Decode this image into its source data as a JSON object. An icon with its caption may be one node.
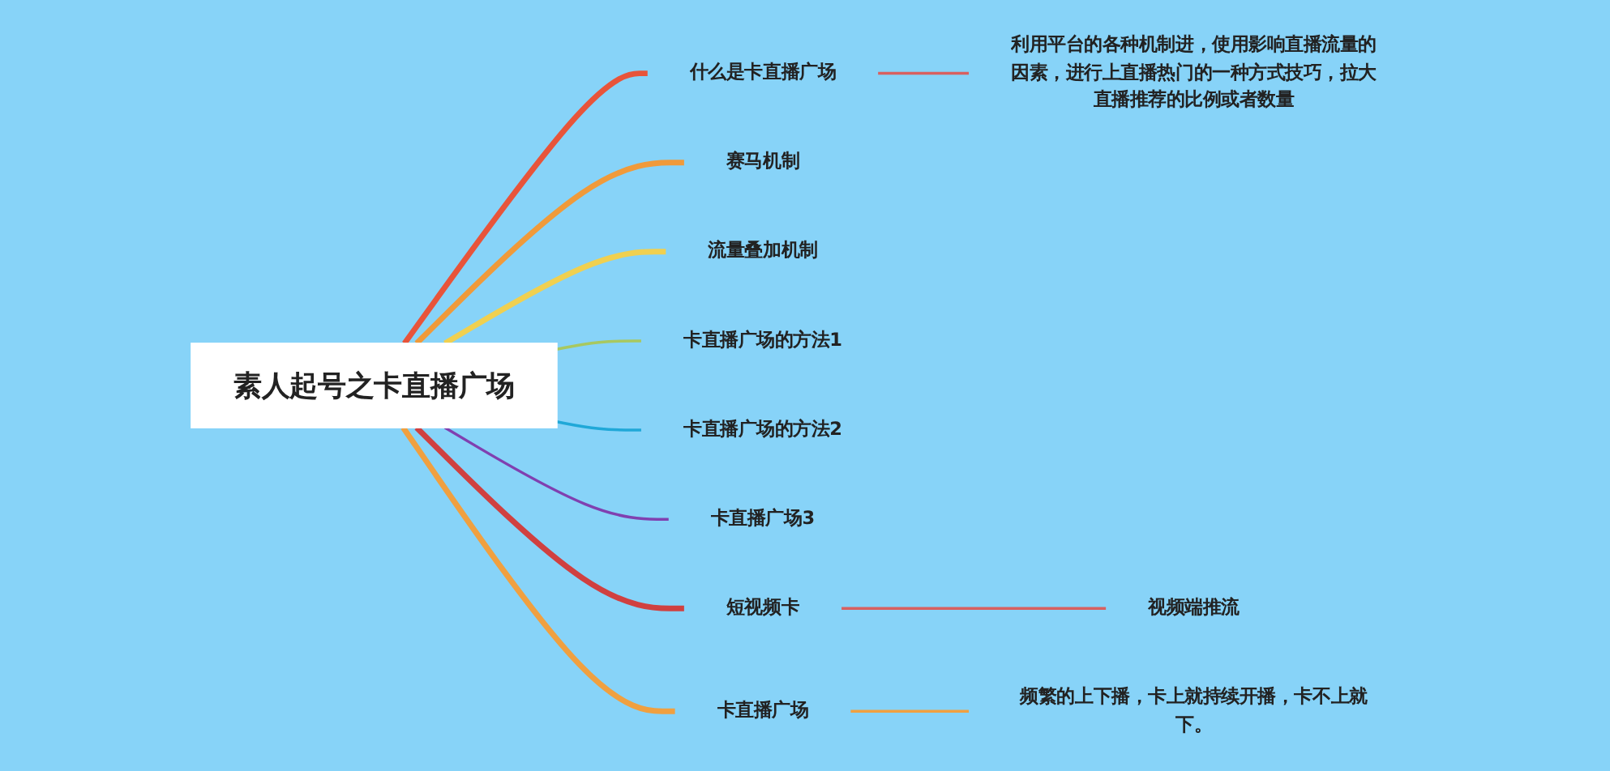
{
  "diagram": {
    "nodes": [
      {
        "text": [
          "素人起号之卡直播广场"
        ]
      },
      {
        "text": [
          "什么是卡直播广场"
        ]
      },
      {
        "text": [
          "利用平台的各种机制进，使用影响直播流量的因素，进行上直播热门的一种方式技巧，拉大直播推荐的比例或者数量"
        ]
      },
      {
        "text": [
          "赛马机制"
        ]
      },
      {
        "text": [
          "流量叠加机制"
        ]
      },
      {
        "text": [
          "卡直播广场的方法1"
        ]
      },
      {
        "text": [
          "卡直播广场的方法2"
        ]
      },
      {
        "text": [
          "卡直播广场3"
        ]
      },
      {
        "text": [
          "短视频卡"
        ]
      },
      {
        "text": [
          "视频端推流"
        ]
      },
      {
        "text": [
          "卡直播广场"
        ]
      },
      {
        "text": [
          "频繁的上下播，卡上就持续开播，卡不上就下。"
        ]
      }
    ],
    "edges": [
      {
        "from": 0,
        "to": 1,
        "arrow": "none",
        "style": "thick",
        "color": "#e8543a"
      },
      {
        "from": 1,
        "to": 2,
        "arrow": "none",
        "color": "#d86060"
      },
      {
        "from": 0,
        "to": 3,
        "arrow": "none",
        "style": "thick",
        "color": "#f09a3a"
      },
      {
        "from": 0,
        "to": 4,
        "arrow": "none",
        "style": "thick",
        "color": "#f0d050"
      },
      {
        "from": 0,
        "to": 5,
        "arrow": "none",
        "color": "#a8c860"
      },
      {
        "from": 0,
        "to": 6,
        "arrow": "none",
        "color": "#20a8d8"
      },
      {
        "from": 0,
        "to": 7,
        "arrow": "none",
        "color": "#8040b0"
      },
      {
        "from": 0,
        "to": 8,
        "arrow": "none",
        "style": "thick",
        "color": "#d04040"
      },
      {
        "from": 8,
        "to": 9,
        "arrow": "none",
        "color": "#d86060"
      },
      {
        "from": 0,
        "to": 10,
        "arrow": "none",
        "style": "thick",
        "color": "#f0a040"
      },
      {
        "from": 10,
        "to": 11,
        "arrow": "none",
        "color": "#f0a040"
      }
    ]
  }
}
